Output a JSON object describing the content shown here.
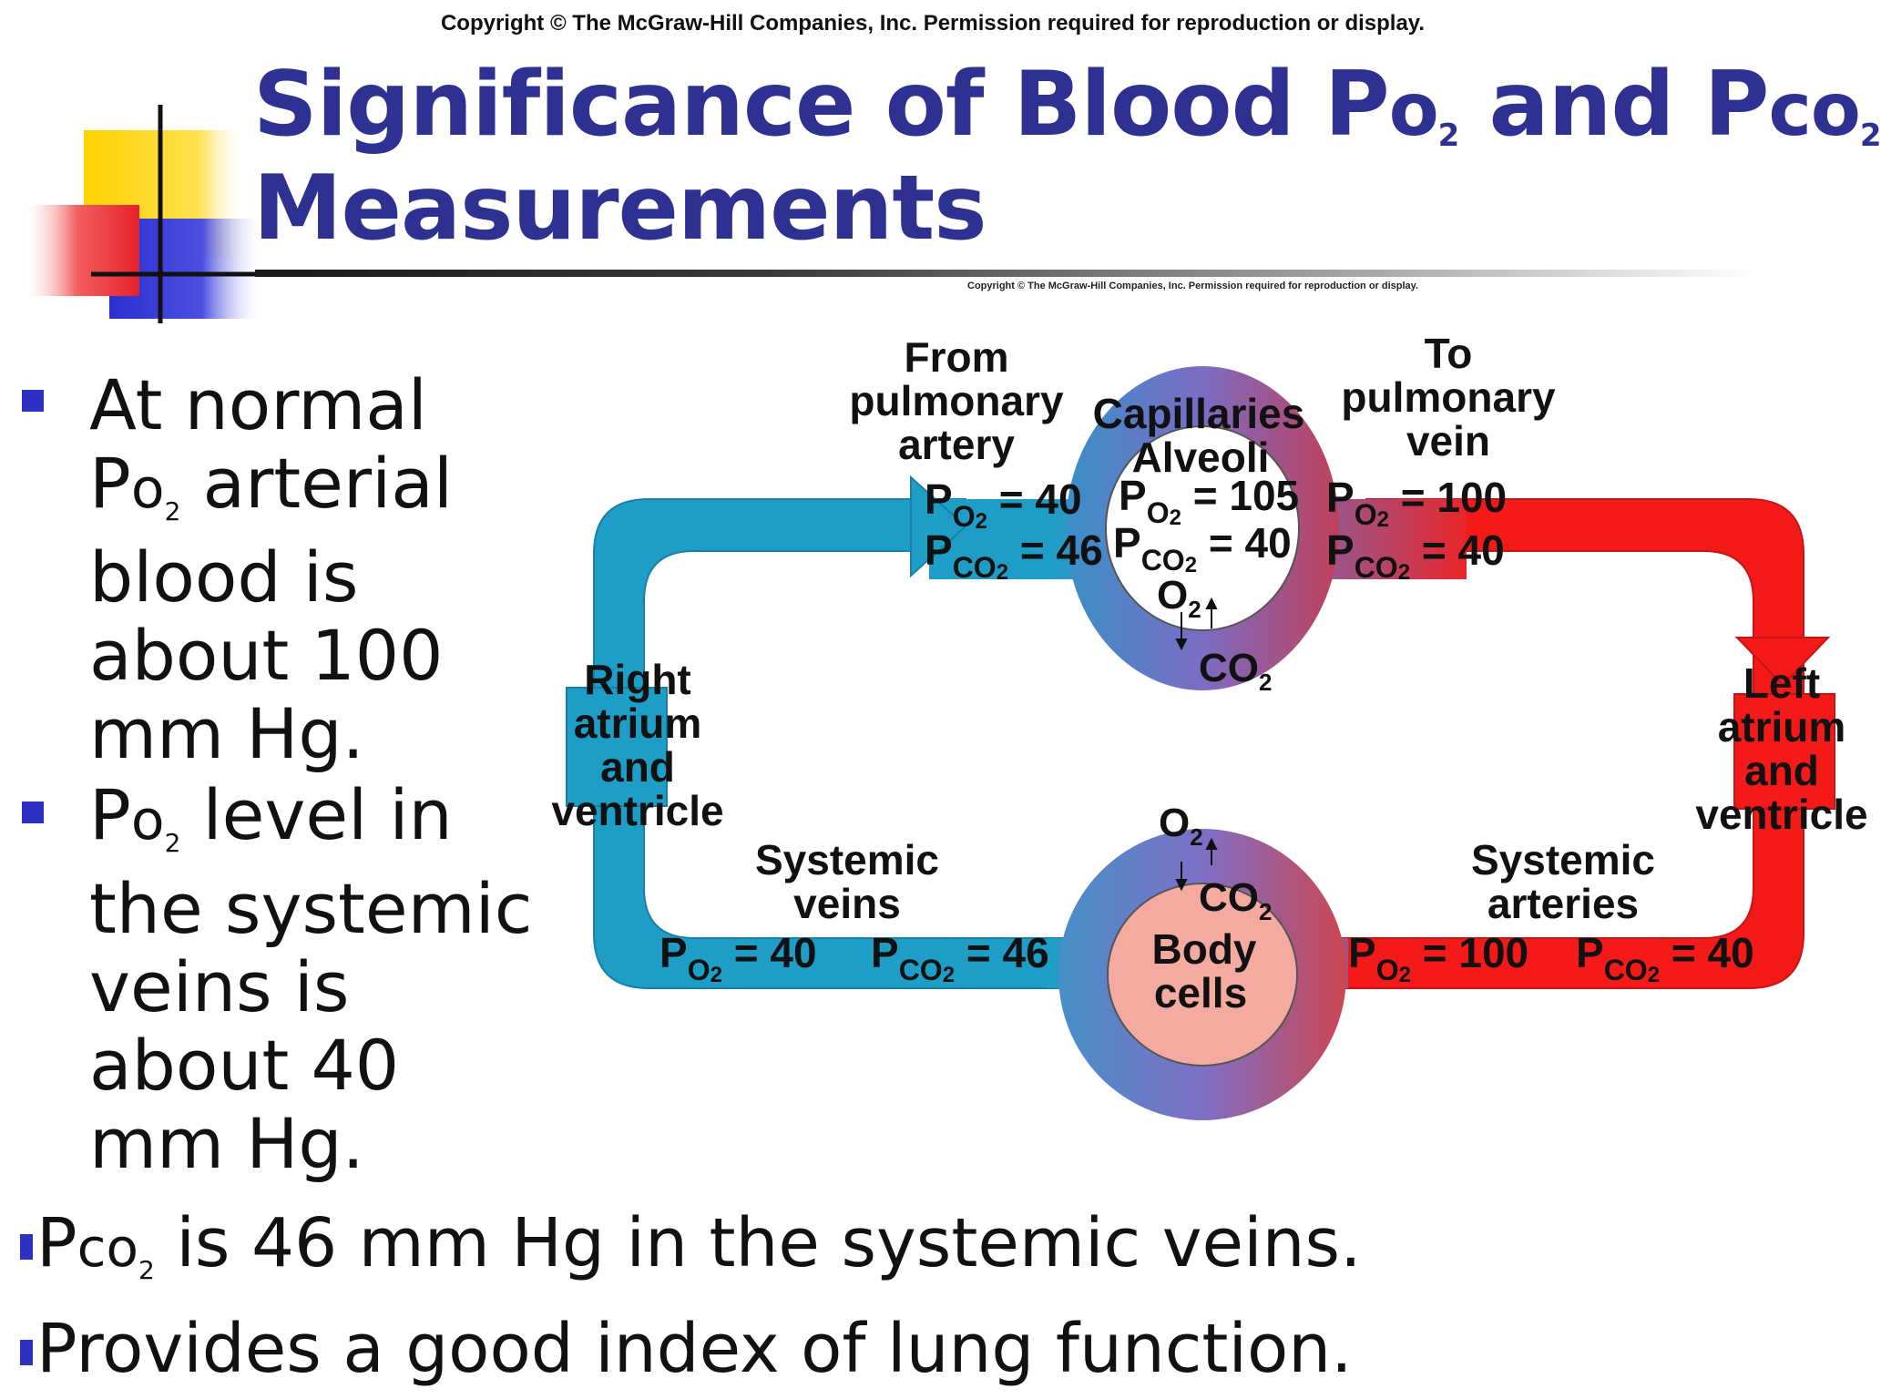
{
  "header": {
    "copyright": "Copyright © The McGraw-Hill Companies, Inc. Permission required for reproduction or display.",
    "title_part1": "Significance of Blood P",
    "title_o": "o",
    "title_sub1": "2",
    "title_part2": " and P",
    "title_co": "co",
    "title_sub2": "2",
    "title_line2": "Measurements"
  },
  "bullets": [
    {
      "l1": "At normal",
      "l2_pre": "P",
      "l2_o": "o",
      "l2_sub": "2",
      "l2_post": " arterial",
      "l3": "blood is",
      "l4": "about 100",
      "l5": "mm Hg."
    },
    {
      "l1_pre": "P",
      "l1_o": "o",
      "l1_sub": "2",
      "l1_post": " level in",
      "l2": "the systemic",
      "l3": "veins is",
      "l4": "about 40",
      "l5": "mm Hg."
    }
  ],
  "bottom": [
    {
      "pre": "P",
      "co": "co",
      "sub": "2",
      "post": " is 46 mm Hg in the systemic veins."
    },
    {
      "text": "Provides a good index of lung function."
    }
  ],
  "diagram": {
    "copyright": "Copyright © The McGraw-Hill Companies, Inc. Permission required for reproduction or display.",
    "from_l1": "From",
    "from_l2": "pulmonary",
    "from_l3": "artery",
    "to_l1": "To",
    "to_l2": "pulmonary",
    "to_l3": "vein",
    "capillaries": "Capillaries",
    "alveoli": "Alveoli",
    "po2_pre_alv": "40",
    "pco2_pre_alv": "46",
    "po2_alv": "105",
    "pco2_alv": "40",
    "po2_post_alv": "100",
    "pco2_post_alv": "40",
    "o2_label": "O",
    "co2_label": "CO",
    "sub2": "2",
    "right_heart": [
      "Right",
      "atrium",
      "and",
      "ventricle"
    ],
    "left_heart": [
      "Left",
      "atrium",
      "and",
      "ventricle"
    ],
    "systemic_veins": [
      "Systemic",
      "veins"
    ],
    "systemic_arteries": [
      "Systemic",
      "arteries"
    ],
    "po2_veins": "40",
    "pco2_veins": "46",
    "po2_arteries": "100",
    "pco2_arteries": "40",
    "body_cells": [
      "Body",
      "cells"
    ],
    "p": "P",
    "eq": " = "
  }
}
